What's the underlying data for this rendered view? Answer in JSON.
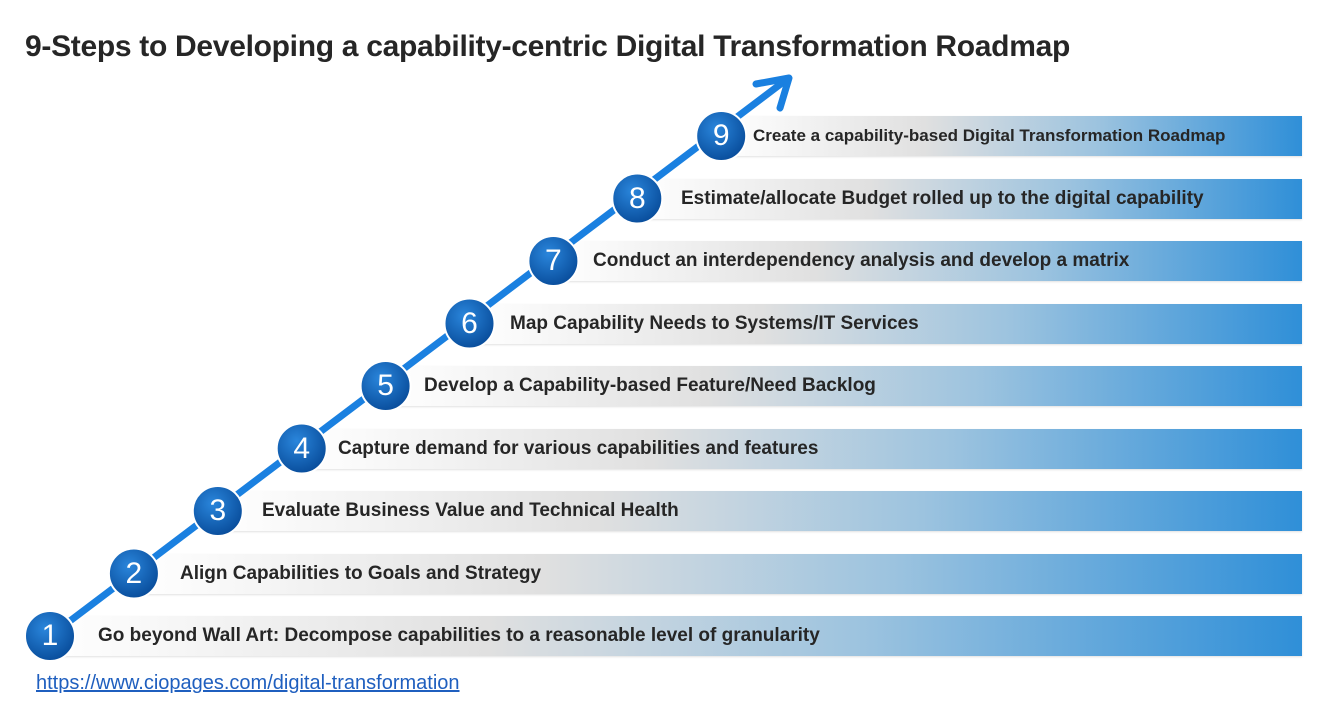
{
  "title": "9-Steps to Developing a capability-centric Digital Transformation Roadmap",
  "colors": {
    "accent": "#1a73d0",
    "circle": "#0a5fb4",
    "bar_end": "#2f8fd8",
    "text": "#262626"
  },
  "steps": [
    {
      "number": "1",
      "label": "Go beyond Wall Art: Decompose capabilities to a reasonable level of granularity"
    },
    {
      "number": "2",
      "label": "Align Capabilities to Goals and Strategy"
    },
    {
      "number": "3",
      "label": "Evaluate Business Value and Technical Health"
    },
    {
      "number": "4",
      "label": "Capture demand for various capabilities and features"
    },
    {
      "number": "5",
      "label": "Develop a Capability-based Feature/Need Backlog"
    },
    {
      "number": "6",
      "label": "Map Capability Needs to Systems/IT Services"
    },
    {
      "number": "7",
      "label": "Conduct an interdependency analysis and develop a matrix"
    },
    {
      "number": "8",
      "label": "Estimate/allocate Budget rolled up to the digital capability"
    },
    {
      "number": "9",
      "label": "Create a capability-based Digital Transformation Roadmap"
    }
  ],
  "source_link": "https://www.ciopages.com/digital-transformation"
}
